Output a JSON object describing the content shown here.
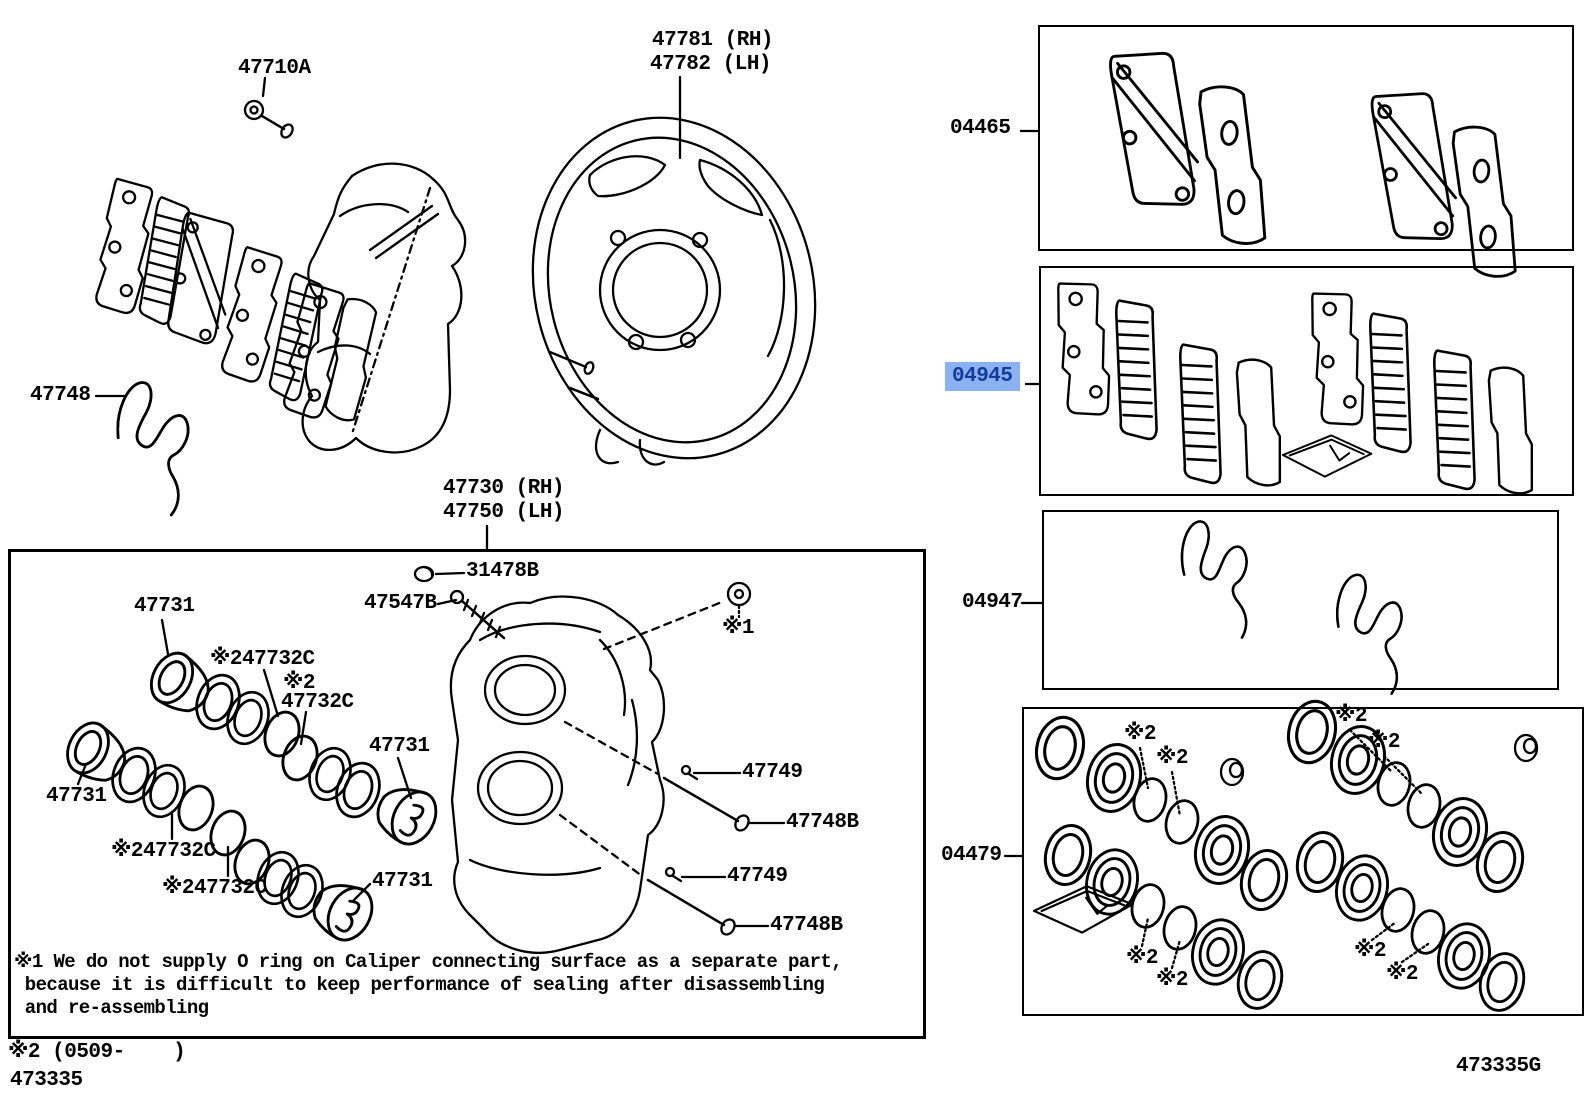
{
  "page": {
    "selected_part": "04945",
    "colors": {
      "highlight_bg": "#8ab2f3",
      "highlight_text": "#143c9b",
      "ink": "#000000",
      "paper": "#ffffff"
    }
  },
  "callouts": [
    {
      "name": "callout-47710a",
      "text": "47710A",
      "interactable": true
    },
    {
      "name": "callout-47781-rh",
      "text": "47781 (RH)",
      "interactable": true
    },
    {
      "name": "callout-47782-lh",
      "text": "47782 (LH)",
      "interactable": true
    },
    {
      "name": "callout-47748",
      "text": "47748",
      "interactable": true
    },
    {
      "name": "callout-47730-rh",
      "text": "47730 (RH)",
      "interactable": true
    },
    {
      "name": "callout-47750-lh",
      "text": "47750 (LH)",
      "interactable": true
    },
    {
      "name": "callout-31478b",
      "text": "31478B",
      "interactable": true
    },
    {
      "name": "callout-47547b",
      "text": "47547B",
      "interactable": true
    },
    {
      "name": "callout-ref1",
      "text": "※1",
      "interactable": false
    },
    {
      "name": "callout-47731-top",
      "text": "47731",
      "interactable": true
    },
    {
      "name": "callout-47732c-top",
      "text": "※247732C",
      "interactable": true
    },
    {
      "name": "callout-ref2-mid",
      "text": "※2",
      "interactable": false
    },
    {
      "name": "callout-47732c-mid",
      "text": "47732C",
      "interactable": true
    },
    {
      "name": "callout-47731-right",
      "text": "47731",
      "interactable": true
    },
    {
      "name": "callout-47731-left",
      "text": "47731",
      "interactable": true
    },
    {
      "name": "callout-47732c-lower-left",
      "text": "※247732C",
      "interactable": true
    },
    {
      "name": "callout-47732c-bottom",
      "text": "※247732C",
      "interactable": true
    },
    {
      "name": "callout-47731-bottom",
      "text": "47731",
      "interactable": true
    },
    {
      "name": "callout-47749-upper",
      "text": "47749",
      "interactable": true
    },
    {
      "name": "callout-47748b-upper",
      "text": "47748B",
      "interactable": true
    },
    {
      "name": "callout-47749-lower",
      "text": "47749",
      "interactable": true
    },
    {
      "name": "callout-47748b-lower",
      "text": "47748B",
      "interactable": true
    },
    {
      "name": "callout-04465",
      "text": "04465",
      "interactable": true
    },
    {
      "name": "callout-04945",
      "text": "04945",
      "interactable": true,
      "selected": true
    },
    {
      "name": "callout-04947",
      "text": "04947",
      "interactable": true
    },
    {
      "name": "callout-04479",
      "text": "04479",
      "interactable": true
    },
    {
      "name": "ref2-seal-1",
      "text": "※2",
      "interactable": false
    },
    {
      "name": "ref2-seal-2",
      "text": "※2",
      "interactable": false
    },
    {
      "name": "ref2-seal-3",
      "text": "※2",
      "interactable": false
    },
    {
      "name": "ref2-seal-4",
      "text": "※2",
      "interactable": false
    },
    {
      "name": "ref2-seal-5",
      "text": "※2",
      "interactable": false
    },
    {
      "name": "ref2-seal-6",
      "text": "※2",
      "interactable": false
    },
    {
      "name": "ref2-seal-7",
      "text": "※2",
      "interactable": false
    },
    {
      "name": "ref2-seal-8",
      "text": "※2",
      "interactable": false
    }
  ],
  "note": {
    "line1": "※1 We do not supply O ring on Caliper connecting surface as a separate part,",
    "line2": " because it is difficult to keep performance of sealing after disassembling",
    "line3": " and re-assembling"
  },
  "footer": {
    "revision": "※2 (0509-    )",
    "figure_code": "473335",
    "figure_code_alt": "473335G"
  }
}
